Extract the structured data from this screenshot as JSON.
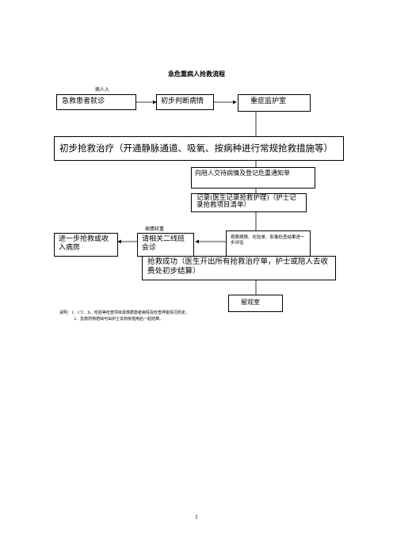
{
  "title": "急危重病人抢救流程",
  "labels": {
    "arrival": "病人入",
    "assess": "病情较重"
  },
  "boxes": {
    "emergency": "急救患者就诊",
    "initial_assess": "初步判断病情",
    "icu": "重症监护室",
    "initial_treat": "初步抢救治疗（开通静脉通道、吸氧、按病种进行常规抢救措施等）",
    "notify": "向陪人交待病情及登记危重通知单",
    "record": "记录(医生记录抢救护理)（护士记录抢救项目清单）",
    "admit": "进一步抢救或收入病房",
    "consult": "请相关二线班会诊",
    "observe": "观察病情、化验单、影像检查结果进一步评估",
    "success": "抢救成功（医生开出所有抢救治疗单，护士或陪人去收费处初步结算）",
    "observation_room": "留观室"
  },
  "notes": {
    "line1": "说明：1、CT、X、检验等检查项目需根据患者病情及检查押金情况而定。",
    "line2": "2、急救药物若缺可由护士去药房借用后一起结算。"
  },
  "page_number": "1"
}
